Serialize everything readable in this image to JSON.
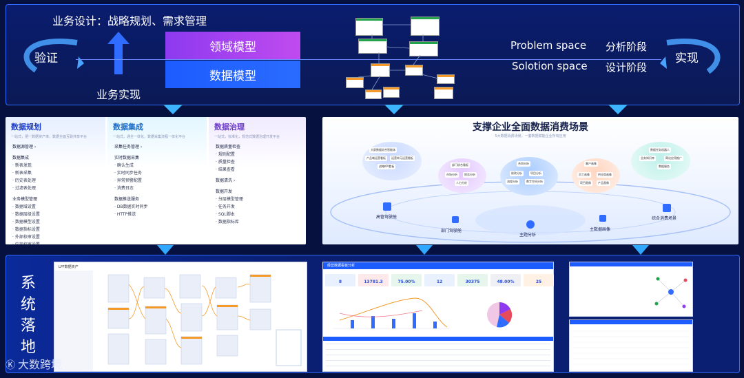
{
  "top": {
    "heading": "业务设计：战略规划、需求管理",
    "verify": "验证",
    "business_impl": "业务实现",
    "domain_model": "领域模型",
    "data_model": "数据模型",
    "problem_space": "Problem space",
    "solution_space": "Solotion space",
    "analysis_phase": "分析阶段",
    "design_phase": "设计阶段",
    "realize": "实现"
  },
  "governance": {
    "columns": [
      {
        "title": "数据规划",
        "subtitle": "一站式，把一数据资产率，数据全面互联共享平台",
        "items": [
          {
            "text": "数据源管理 ›",
            "h": true
          },
          {
            "text": "数据集成",
            "h": true
          },
          {
            "text": "· 新表发现",
            "h": false
          },
          {
            "text": "· 新表采集",
            "h": false
          },
          {
            "text": "· 历史表处理",
            "h": false
          },
          {
            "text": "· 过滤表处理",
            "h": false
          },
          {
            "text": "业务模型管理",
            "h": true
          },
          {
            "text": "· 数据域设置",
            "h": false
          },
          {
            "text": "· 数据层级设置",
            "h": false
          },
          {
            "text": "· 数据模型设置",
            "h": false
          },
          {
            "text": "· 数据指标设置",
            "h": false
          },
          {
            "text": "· 外部校审设置",
            "h": false
          },
          {
            "text": "· 内部校审设置",
            "h": false
          }
        ]
      },
      {
        "title": "数据集成",
        "subtitle": "一站式，通全一体化，数据采集流程一体化平台",
        "items": [
          {
            "text": "采集任务管理 ›",
            "h": true
          },
          {
            "text": "实时数据采集",
            "h": true
          },
          {
            "text": "· 确认生成",
            "h": false
          },
          {
            "text": "· 实时同步任务",
            "h": false
          },
          {
            "text": "· 异常预警配置",
            "h": false
          },
          {
            "text": "· 消费日志",
            "h": false
          },
          {
            "text": "数据推送服务",
            "h": true
          },
          {
            "text": "· DB数据实时同步",
            "h": false
          },
          {
            "text": "· HTTP推送",
            "h": false
          }
        ]
      },
      {
        "title": "数据治理",
        "subtitle": "一站式，标准化，规范式数据治理开发平台",
        "items": [
          {
            "text": "数据质量检查",
            "h": true
          },
          {
            "text": "· 规则配置",
            "h": false
          },
          {
            "text": "· 质量检查",
            "h": false
          },
          {
            "text": "· 结果查看",
            "h": false
          },
          {
            "text": "数据清洗 ›",
            "h": true
          },
          {
            "text": "数据开发",
            "h": true
          },
          {
            "text": "· 分层模型管理",
            "h": false
          },
          {
            "text": "· 任务开发",
            "h": false
          },
          {
            "text": "· SQL脚本",
            "h": false
          },
          {
            "text": "· 数据指标库",
            "h": false
          }
        ]
      }
    ]
  },
  "consumption": {
    "title": "支撑企业全面数据消费场景",
    "subtitle": "5大数据消费场景，一套数据赋能企业所有应用",
    "scenes": [
      "高管驾驶舱",
      "部门驾驶舱",
      "主题分析",
      "主数据画像",
      "综合消费场景"
    ],
    "tags": [
      "大屏数据综合智能体",
      "产品域运营看板",
      "运营单元运营看板",
      "战略KPI看板",
      "部门综合看板",
      "市场分析",
      "财务分析",
      "人力分析",
      "合同分析",
      "账款分析",
      "项目分析",
      "流程分析",
      "数字空间分析",
      "客户画像",
      "员工画像",
      "供应商画像",
      "项目画像",
      "产品画像",
      "数据任务机器人",
      "业务知识库",
      "简化应用推广",
      "数据服务"
    ]
  },
  "system": {
    "label_chars": [
      "系",
      "统",
      "落",
      "地"
    ],
    "screen1_title": "LPF数据资产",
    "screen2_title": "经营数据看板分析",
    "kpis": [
      {
        "value": "8",
        "color": "#e9f1ff"
      },
      {
        "value": "13781.3",
        "color": "#fde9e9"
      },
      {
        "value": "75.00%",
        "color": "#e6f6ec"
      },
      {
        "value": "12",
        "color": "#e9f1ff"
      },
      {
        "value": "30375",
        "color": "#e6f6ec"
      },
      {
        "value": "48.00%",
        "color": "#eef0f4"
      },
      {
        "value": "25",
        "color": "#fff1e3"
      }
    ]
  },
  "watermark": "大数跨境",
  "colors": {
    "accent": "#2f6cff",
    "purple": "#8d3af0",
    "blue": "#1d5cff",
    "bg": "#06113f"
  }
}
